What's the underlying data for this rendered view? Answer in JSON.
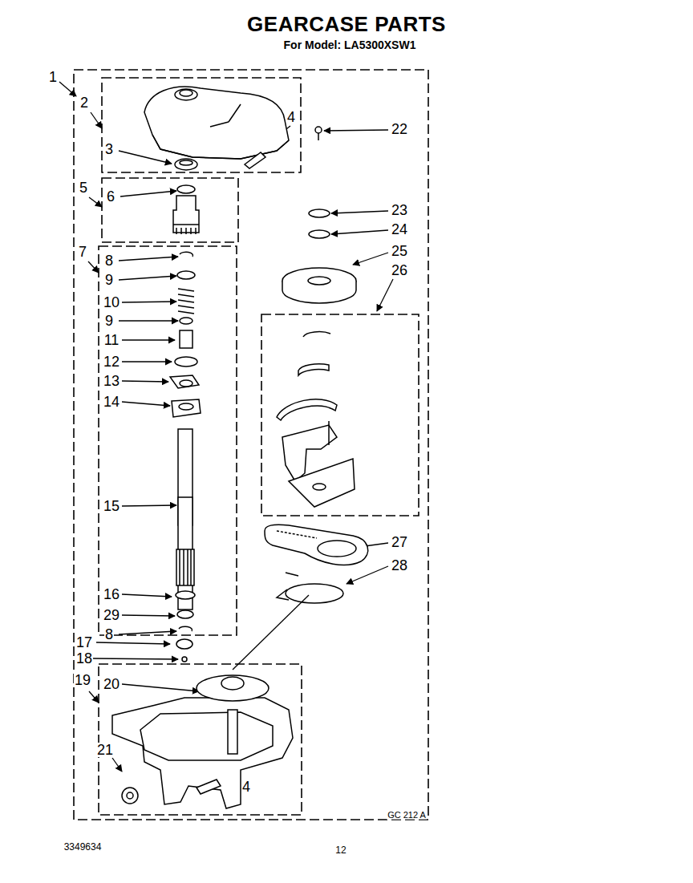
{
  "diagram": {
    "title": "GEARCASE PARTS",
    "labels": [
      "For Model: LA5300XSW1",
      "1",
      "2",
      "4",
      "22",
      "3",
      "5",
      "6",
      "23",
      "24",
      "25",
      "26",
      "7",
      "8",
      "9",
      "10",
      "9",
      "11",
      "12",
      "13",
      "14",
      "27",
      "28",
      "15",
      "16",
      "29",
      "8",
      "17",
      "18",
      "19",
      "20",
      "21",
      "4",
      "GC 212 A",
      "3349634",
      "12"
    ]
  }
}
